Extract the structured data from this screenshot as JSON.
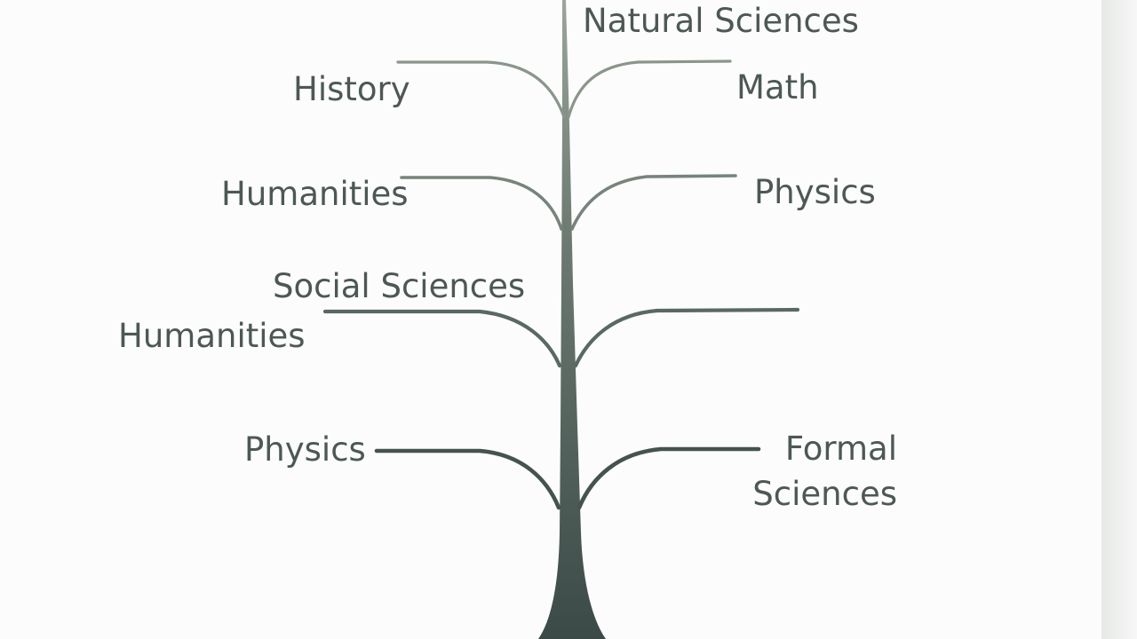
{
  "diagram": {
    "labels": {
      "natural_sciences": "Natural Sciences",
      "history": "History",
      "math": "Math",
      "humanities_upper": "Humanities",
      "physics_upper": "Physics",
      "social_sciences": "Social Sciences",
      "humanities_lower": "Humanities",
      "physics_lower": "Physics",
      "formal_sciences": "Formal Sciences"
    },
    "colors": {
      "trunk_top": "#8c978e",
      "trunk_bottom": "#3b4a47",
      "text": "#4d5856",
      "background": "#fbfcfb"
    }
  }
}
